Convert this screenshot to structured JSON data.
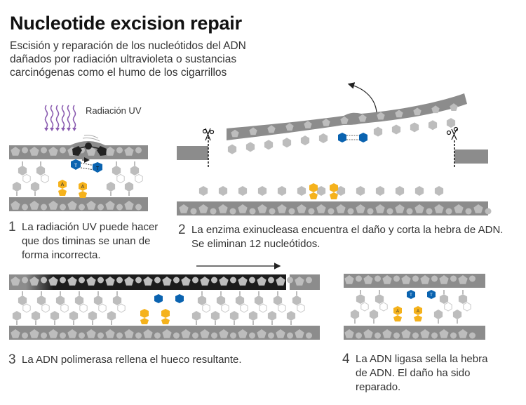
{
  "header": {
    "title": "Nucleotide excision repair",
    "subtitle": "Escisión y reparación de los  nucleótidos del ADN dañados por radiación ultravioleta o sustancias carcinógenas como el humo de los cigarrillos"
  },
  "uv_label": "Radiación UV",
  "colors": {
    "backbone": "#8c8c8c",
    "nucleotide": "#bdbdbd",
    "thymine": "#0a63b0",
    "adenine": "#f5b21c",
    "new_strand": "#1c1c1c",
    "uv_waves": "#8a5bb0"
  },
  "bases": {
    "thymine": "T",
    "adenine": "A"
  },
  "steps": [
    {
      "number": "1",
      "text": "La radiación UV puede hacer que dos timinas se unan de forma incorrecta."
    },
    {
      "number": "2",
      "text": "La enzima exinucleasa encuentra el daño y corta la hebra de ADN. Se eliminan 12 nucleótidos."
    },
    {
      "number": "3",
      "text": "La ADN polimerasa rellena el hueco resultante."
    },
    {
      "number": "4",
      "text": "La ADN ligasa sella la hebra de ADN. El daño ha sido reparado."
    }
  ]
}
